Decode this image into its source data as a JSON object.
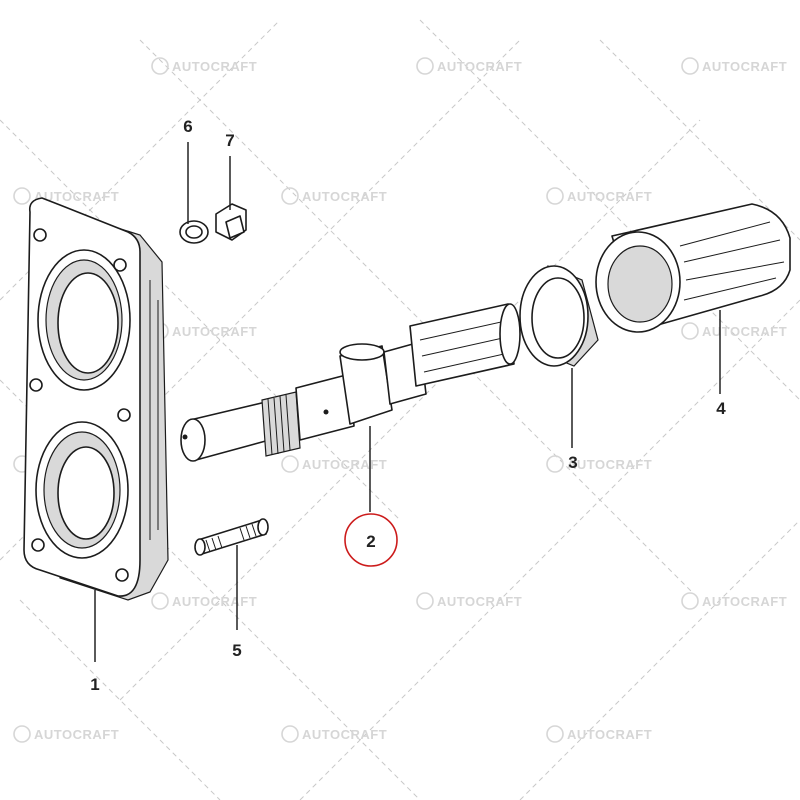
{
  "watermark": {
    "text": "AUTOCRAFT",
    "logo_icon": "circled-a-logo-icon"
  },
  "callouts": [
    {
      "id": "1",
      "label": "1"
    },
    {
      "id": "2",
      "label": "2",
      "highlighted": true
    },
    {
      "id": "3",
      "label": "3"
    },
    {
      "id": "4",
      "label": "4"
    },
    {
      "id": "5",
      "label": "5"
    },
    {
      "id": "6",
      "label": "6"
    },
    {
      "id": "7",
      "label": "7"
    }
  ],
  "highlight_color": "#cc1b1b"
}
